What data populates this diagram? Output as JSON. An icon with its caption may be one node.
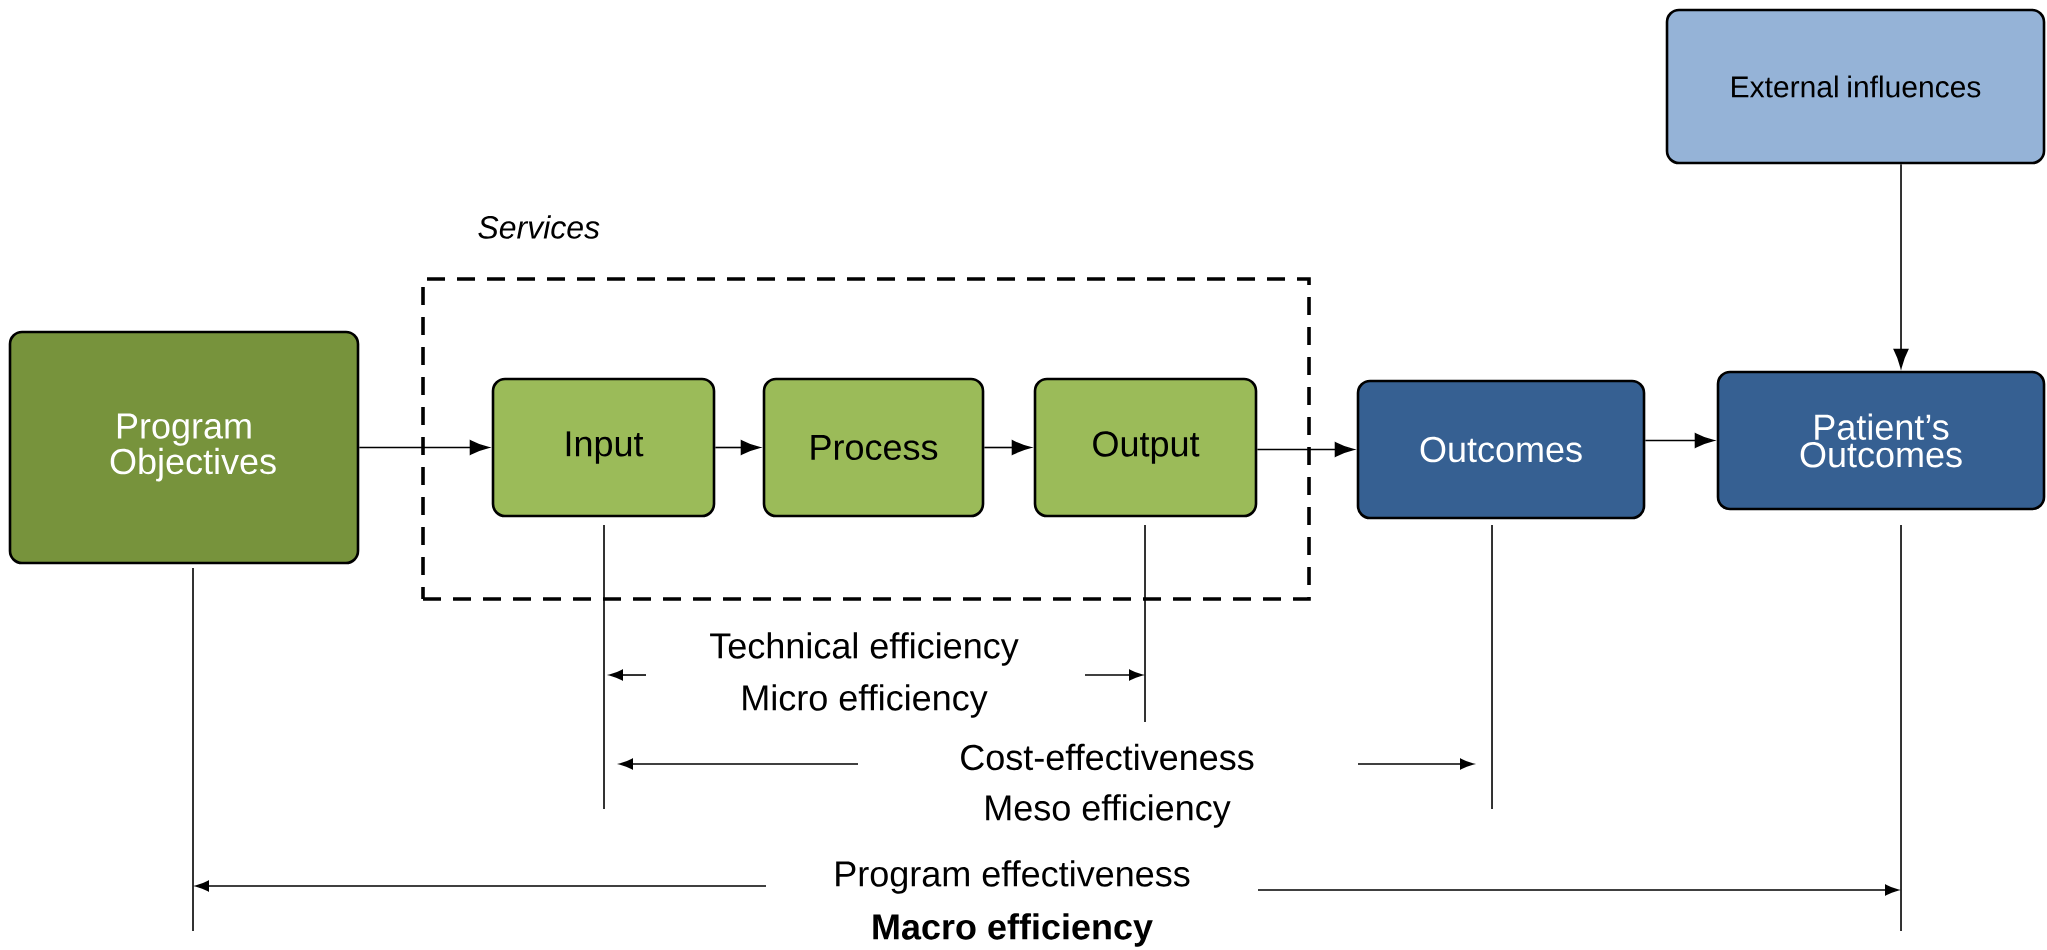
{
  "diagram": {
    "nodes": [
      {
        "text": [
          "Program Objectives"
        ]
      },
      {
        "text": [
          "Services"
        ]
      },
      {
        "text": [
          "Input"
        ],
        "in": 1
      },
      {
        "text": [
          "Process"
        ],
        "in": 1
      },
      {
        "text": [
          "Output"
        ],
        "in": 1
      },
      {
        "text": [
          "Outcomes"
        ]
      },
      {
        "text": [
          "Patient’s Outcomes"
        ]
      },
      {
        "text": [
          "External influences"
        ]
      }
    ],
    "edges": [
      {
        "from": 0,
        "to": 2,
        "arrow": "to"
      },
      {
        "from": 2,
        "to": 3,
        "arrow": "to"
      },
      {
        "from": 3,
        "to": 4,
        "arrow": "to"
      },
      {
        "from": 4,
        "to": 5,
        "arrow": "to"
      },
      {
        "from": 5,
        "to": 6,
        "arrow": "to"
      },
      {
        "from": 7,
        "to": 6,
        "arrow": "to"
      }
    ],
    "labels": [
      "Technical efficiency",
      "Micro efficiency",
      "Cost-effectiveness",
      "Meso efficiency",
      "Program effectiveness",
      "Macro efficiency"
    ]
  }
}
